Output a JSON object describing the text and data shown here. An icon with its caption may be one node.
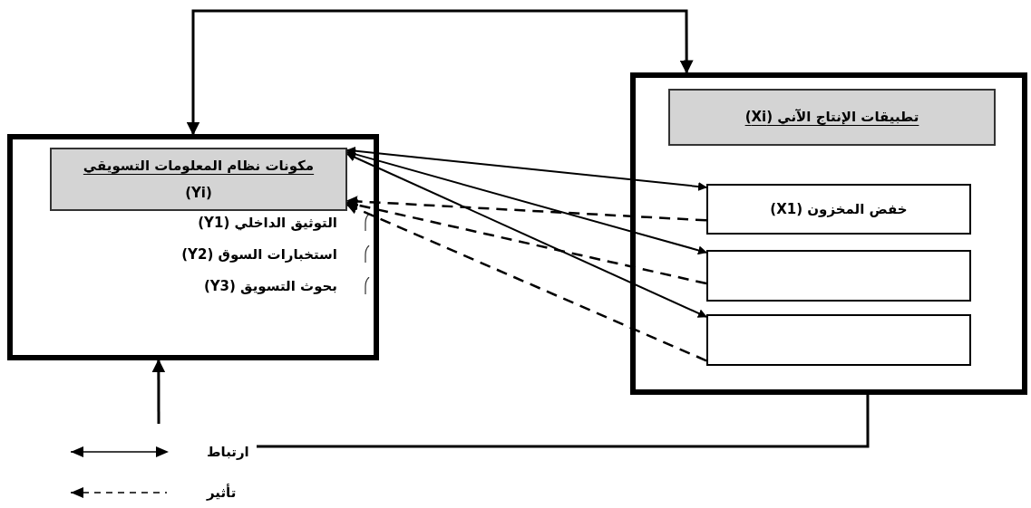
{
  "diagram": {
    "nodes": [
      {
        "text": [
          "التوثيق الداخلي (Y1)",
          "استخبارات السوق (Y2)",
          "بحوث التسويق (Y3)"
        ]
      },
      {
        "text": [
          "مكونات نظام المعلومات التسويقي",
          "(Yi)"
        ],
        "in": 0
      },
      {
        "text": [],
        "shape": "box"
      },
      {
        "text": [
          "تطبيقات الإنتاج الآني (Xi)"
        ],
        "in": 2
      },
      {
        "text": [
          "خفض المخزون (X1)"
        ],
        "in": 2
      },
      {
        "text": [],
        "shape": "box",
        "in": 2
      },
      {
        "text": [],
        "shape": "box",
        "in": 2
      }
    ],
    "edges": [
      {
        "from": 2,
        "to": 0,
        "arrow": "both"
      },
      {
        "from": 2,
        "to": null,
        "arrow": "none"
      },
      {
        "from": null,
        "to": 0,
        "arrow": "to"
      },
      {
        "from": 1,
        "to": 4,
        "arrow": "both"
      },
      {
        "from": 1,
        "to": 5,
        "arrow": "both"
      },
      {
        "from": 1,
        "to": 6,
        "arrow": "both"
      },
      {
        "from": 4,
        "to": 1,
        "arrow": "to",
        "style": "dashed"
      },
      {
        "from": 5,
        "to": 1,
        "arrow": "to",
        "style": "dashed"
      },
      {
        "from": 6,
        "to": 1,
        "arrow": "to",
        "style": "dashed"
      }
    ],
    "legend": [
      {
        "text": "ارتباط"
      },
      {
        "text": "تأثير"
      }
    ]
  }
}
